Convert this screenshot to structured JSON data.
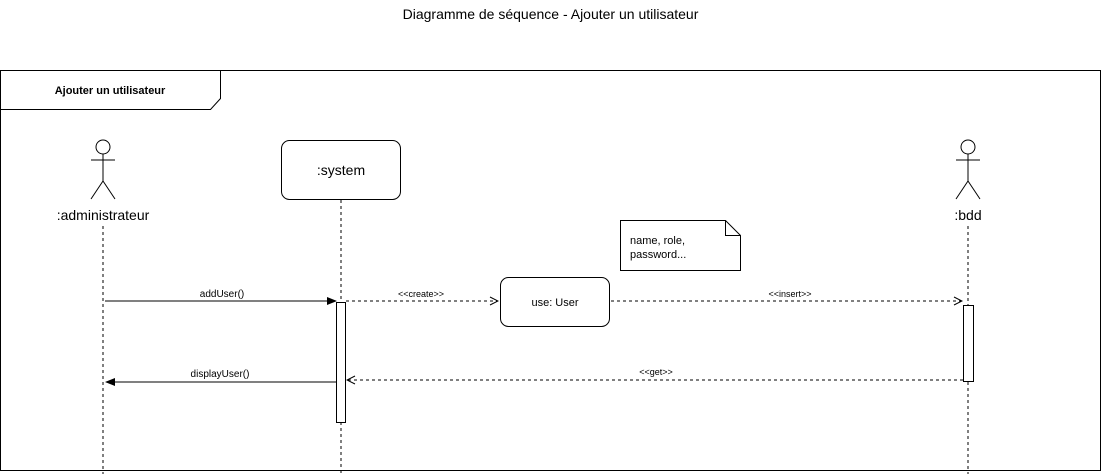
{
  "title": "Diagramme de séquence - Ajouter un utilisateur",
  "frame_label": "Ajouter un utilisateur",
  "participants": {
    "administrateur": ":administrateur",
    "system": ":system",
    "user": "use: User",
    "bdd": ":bdd"
  },
  "messages": {
    "add_user": "addUser()",
    "create": "<<create>>",
    "insert": "<<insert>>",
    "get": "<<get>>",
    "display_user": "displayUser()"
  },
  "note": {
    "line1": "name, role,",
    "line2": "password..."
  }
}
